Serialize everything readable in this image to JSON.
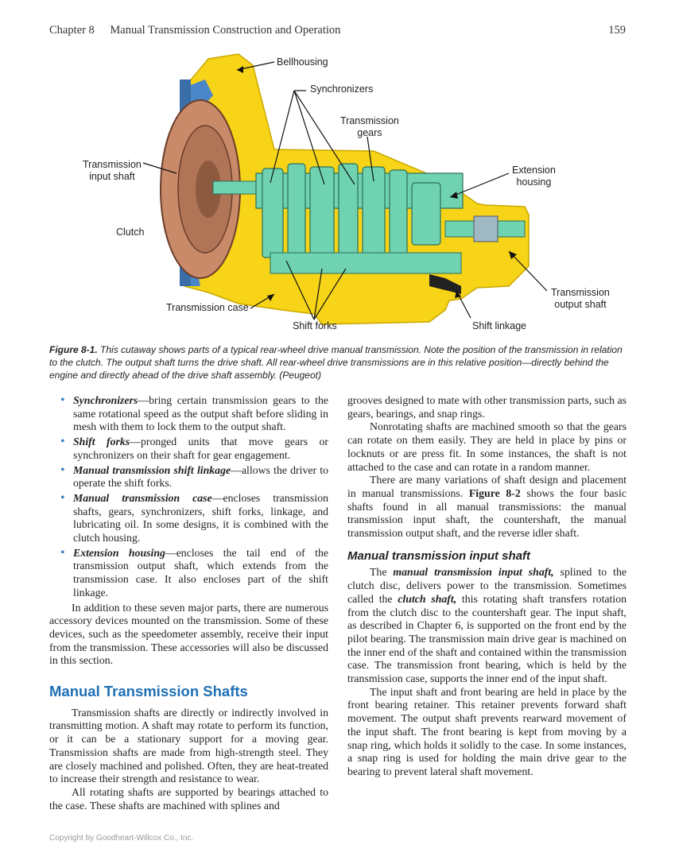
{
  "header": {
    "chapter": "Chapter 8",
    "title": "Manual Transmission Construction and Operation",
    "page_number": "159"
  },
  "figure": {
    "labels": {
      "bellhousing": "Bellhousing",
      "synchronizers": "Synchronizers",
      "transmission_gears": "Transmission\ngears",
      "transmission_input_shaft": "Transmission\ninput shaft",
      "extension_housing": "Extension\nhousing",
      "clutch": "Clutch",
      "transmission_output_shaft": "Transmission\noutput shaft",
      "transmission_case": "Transmission case",
      "shift_forks": "Shift forks",
      "shift_linkage": "Shift linkage"
    },
    "caption_label": "Figure 8-1.",
    "caption_text": " This cutaway shows parts of a typical rear-wheel drive manual transmission. Note the position of the transmission in relation to the clutch. The output shaft turns the drive shaft. All rear-wheel drive transmissions are in this relative position—directly behind the engine and directly ahead of the drive shaft assembly. (Peugeot)"
  },
  "left_column": {
    "bullets": [
      {
        "term": "Synchronizers",
        "text": "—bring certain transmission gears to the same rotational speed as the output shaft before sliding in mesh with them to lock them to the output shaft."
      },
      {
        "term": "Shift forks",
        "text": "—pronged units that move gears or synchronizers on their shaft for gear engagement."
      },
      {
        "term": "Manual transmission shift linkage",
        "text": "—allows the driver to operate the shift forks."
      },
      {
        "term": "Manual transmission case",
        "text": "—encloses transmission shafts, gears, synchronizers, shift forks, linkage, and lubricating oil. In some designs, it is combined with the clutch housing."
      },
      {
        "term": "Extension housing",
        "text": "—encloses the tail end of the transmission output shaft, which extends from the transmission case. It also encloses part of the shift linkage."
      }
    ],
    "para_accessories": "In addition to these seven major parts, there are numerous accessory devices mounted on the transmission. Some of these devices, such as the speedometer assembly, receive their input from the transmission. These accessories will also be discussed in this section.",
    "heading_shafts": "Manual Transmission Shafts",
    "para_shafts_1": "Transmission shafts are directly or indirectly involved in transmitting motion. A shaft may rotate to perform its function, or it can be a stationary support for a moving gear. Transmission shafts are made from high-strength steel. They are closely machined and polished. Often, they are heat-treated to increase their strength and resistance to wear.",
    "para_shafts_2": "All rotating shafts are supported by bearings attached to the case. These shafts are machined with splines and"
  },
  "right_column": {
    "para_grooves": "grooves designed to mate with other transmission parts, such as gears, bearings, and snap rings.",
    "para_nonrotating": "Nonrotating shafts are machined smooth so that the gears can rotate on them easily. They are held in place by pins or locknuts or are press fit. In some instances, the shaft is not attached to the case and can rotate in a random manner.",
    "para_variations_a": "There are many variations of shaft design and placement in manual transmissions. ",
    "para_variations_ref": "Figure 8-2",
    "para_variations_b": " shows the four basic shafts found in all manual transmissions: the manual transmission input shaft, the countershaft, the manual transmission output shaft, and the reverse idler shaft.",
    "heading_input": "Manual transmission input shaft",
    "para_input_a": "The ",
    "para_input_term1": "manual transmission input shaft,",
    "para_input_b": " splined to the clutch disc, delivers power to the transmission. Sometimes called the ",
    "para_input_term2": "clutch shaft,",
    "para_input_c": " this rotating shaft transfers rotation from the clutch disc to the countershaft gear. The input shaft, as described in Chapter 6, is supported on the front end by the pilot bearing. The transmission main drive gear is machined on the inner end of the shaft and contained within the transmission case. The transmission front bearing, which is held by the transmission case, supports the inner end of the input shaft.",
    "para_retainer": "The input shaft and front bearing are held in place by the front bearing retainer. This retainer prevents forward shaft movement. The output shaft prevents rearward movement of the input shaft. The front bearing is kept from moving by a snap ring, which holds it solidly to the case. In some instances, a snap ring is used for holding the main drive gear to the bearing to prevent lateral shaft movement."
  },
  "footer": "Copyright by Goodheart-Willcox Co., Inc.",
  "colors": {
    "heading_blue": "#1e6fb5",
    "bullet_blue": "#3a7cc1",
    "case_yellow": "#f7d417",
    "gear_green": "#6fd3b2",
    "clutch_blue": "#4a86c8",
    "clutch_disc": "#c98a6a"
  }
}
